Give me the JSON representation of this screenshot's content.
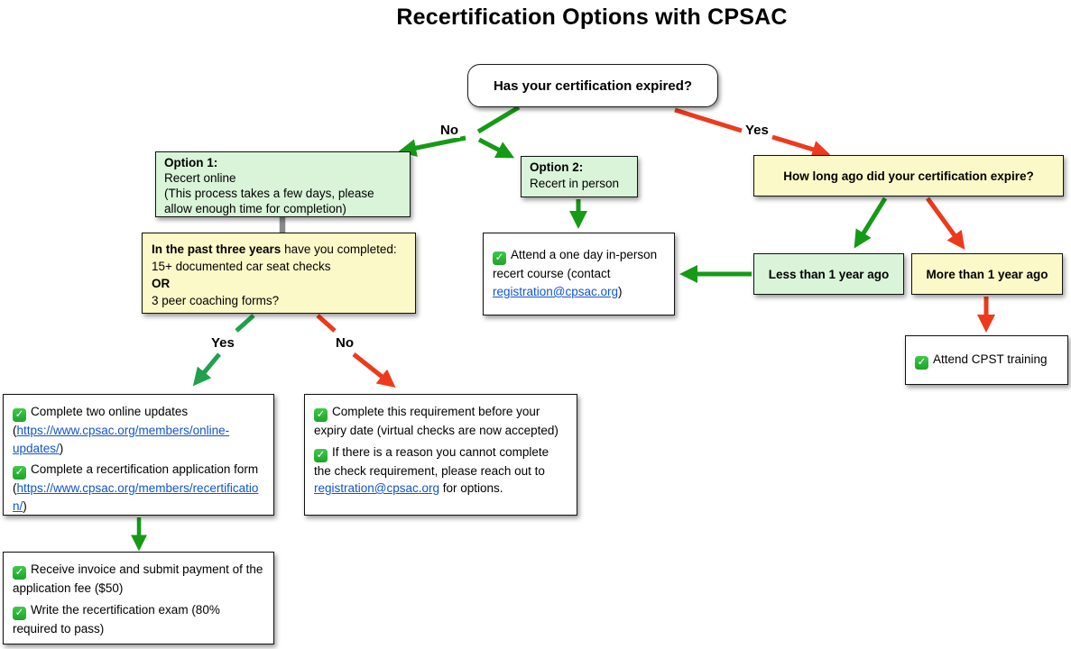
{
  "title": "Recertification Options with CPSAC",
  "palette": {
    "green_fill": "#daf4da",
    "yellow_fill": "#fcf9c8",
    "arrow_green": "#169a16",
    "arrow_green_alt": "#1fa14e",
    "arrow_red": "#ee3a1c",
    "connector_gray": "#8a8a8a",
    "link_blue": "#1155cc"
  },
  "edge_labels": {
    "root_no": "No",
    "root_yes": "Yes",
    "checks_yes": "Yes",
    "checks_no": "No"
  },
  "nodes": {
    "root": {
      "text": "Has your certification expired?"
    },
    "option1": {
      "heading": "Option 1:",
      "line1": "Recert online",
      "line2": "(This process takes a few days, please allow enough time for completion)"
    },
    "option2": {
      "heading": "Option 2:",
      "line1": "Recert in person"
    },
    "how_long": {
      "text": "How long ago did your certification expire?"
    },
    "past_three_years": {
      "bold_lead": "In the past three years",
      "lead_rest": " have you completed:",
      "line2": "15+ documented car seat checks",
      "or": "OR",
      "line4": "3 peer coaching forms?"
    },
    "inperson_course": {
      "pre": "Attend a one day in-person recert course (contact ",
      "link": "registration@cpsac.org",
      "post": ")"
    },
    "less_than": {
      "text": "Less than 1 year ago"
    },
    "more_than": {
      "text": "More than 1 year ago"
    },
    "cpst": {
      "text": "Attend CPST training"
    },
    "online_updates": {
      "item1_pre": "Complete two online updates (",
      "item1_link": "https://www.cpsac.org/members/online-updates/",
      "item1_post": ")",
      "item2_pre": "Complete a recertification application form (",
      "item2_link": "https://www.cpsac.org/members/recertification/",
      "item2_post": ")"
    },
    "requirement": {
      "item1": "Complete this requirement before your expiry date (virtual checks are now accepted)",
      "item2_pre": "If there is a reason you cannot complete the check requirement, please reach out to ",
      "item2_link": "registration@cpsac.org",
      "item2_post": " for options."
    },
    "invoice_exam": {
      "item1": "Receive invoice and submit payment of the application fee ($50)",
      "item2": "Write the recertification exam (80% required to pass)"
    }
  },
  "icons": {
    "check": "✓"
  }
}
